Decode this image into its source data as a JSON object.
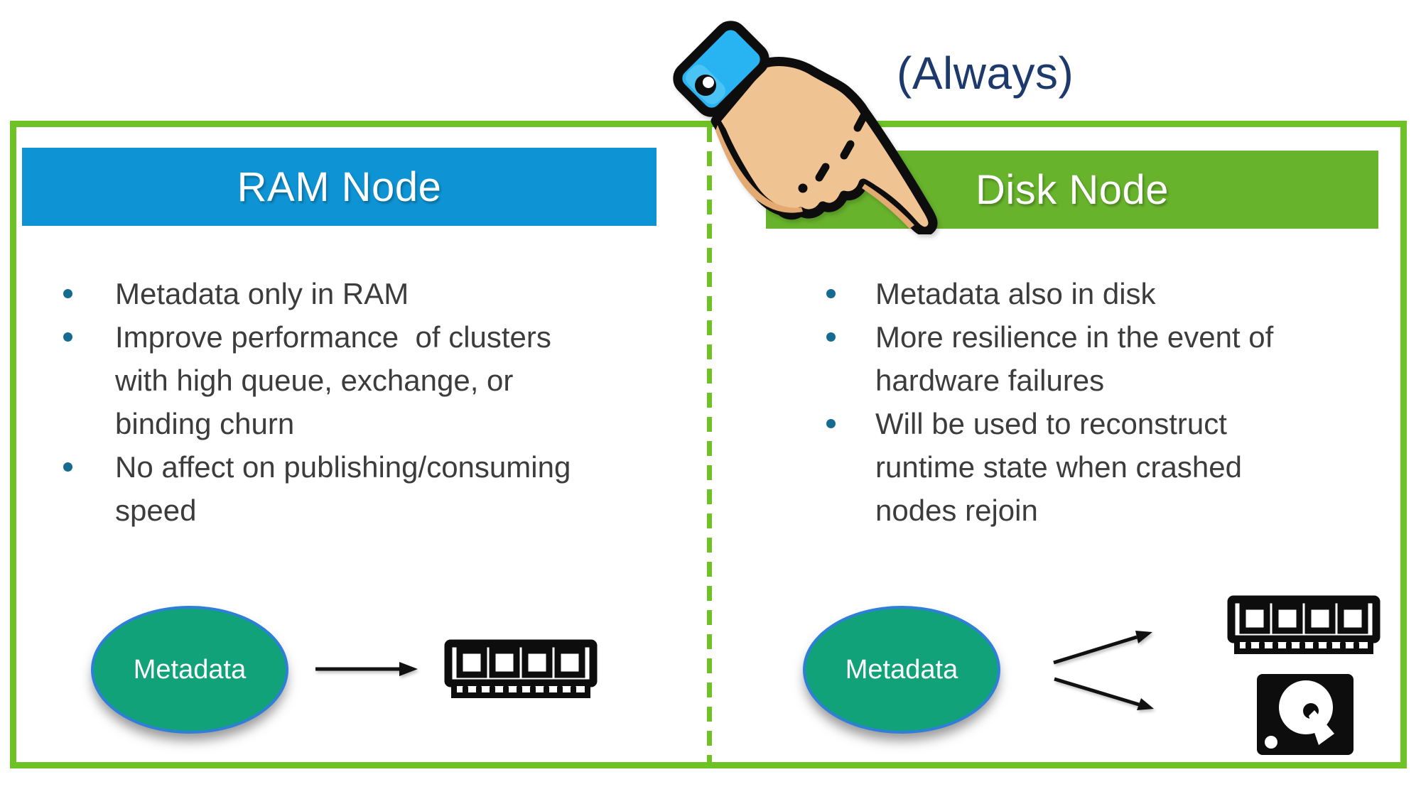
{
  "annotation": {
    "always_label": "(Always)"
  },
  "colors": {
    "box_border_green": "#6fc226",
    "ram_header_blue": "#0e94d4",
    "disk_header_green": "#68b32c",
    "ellipse_teal": "#12a279",
    "ellipse_border_blue": "#2e7fd8",
    "bullet_dot_teal": "#186b90",
    "body_text": "#3c3c3c",
    "always_navy": "#1e3a6c"
  },
  "panels": [
    {
      "id": "ram-node",
      "title": "RAM Node",
      "bullets": [
        "Metadata only in RAM",
        "Improve performance  of clusters\nwith high queue, exchange, or\nbinding churn",
        "No affect on publishing/consuming\nspeed"
      ],
      "diagram": {
        "ellipse_label": "Metadata",
        "targets": [
          "ram-chip"
        ]
      }
    },
    {
      "id": "disk-node",
      "title": "Disk Node",
      "bullets": [
        "Metadata also in disk",
        "More resilience in the event of\nhardware failures",
        "Will be used to reconstruct\nruntime state when crashed\nnodes rejoin"
      ],
      "diagram": {
        "ellipse_label": "Metadata",
        "targets": [
          "ram-chip",
          "hard-disk"
        ]
      }
    }
  ]
}
